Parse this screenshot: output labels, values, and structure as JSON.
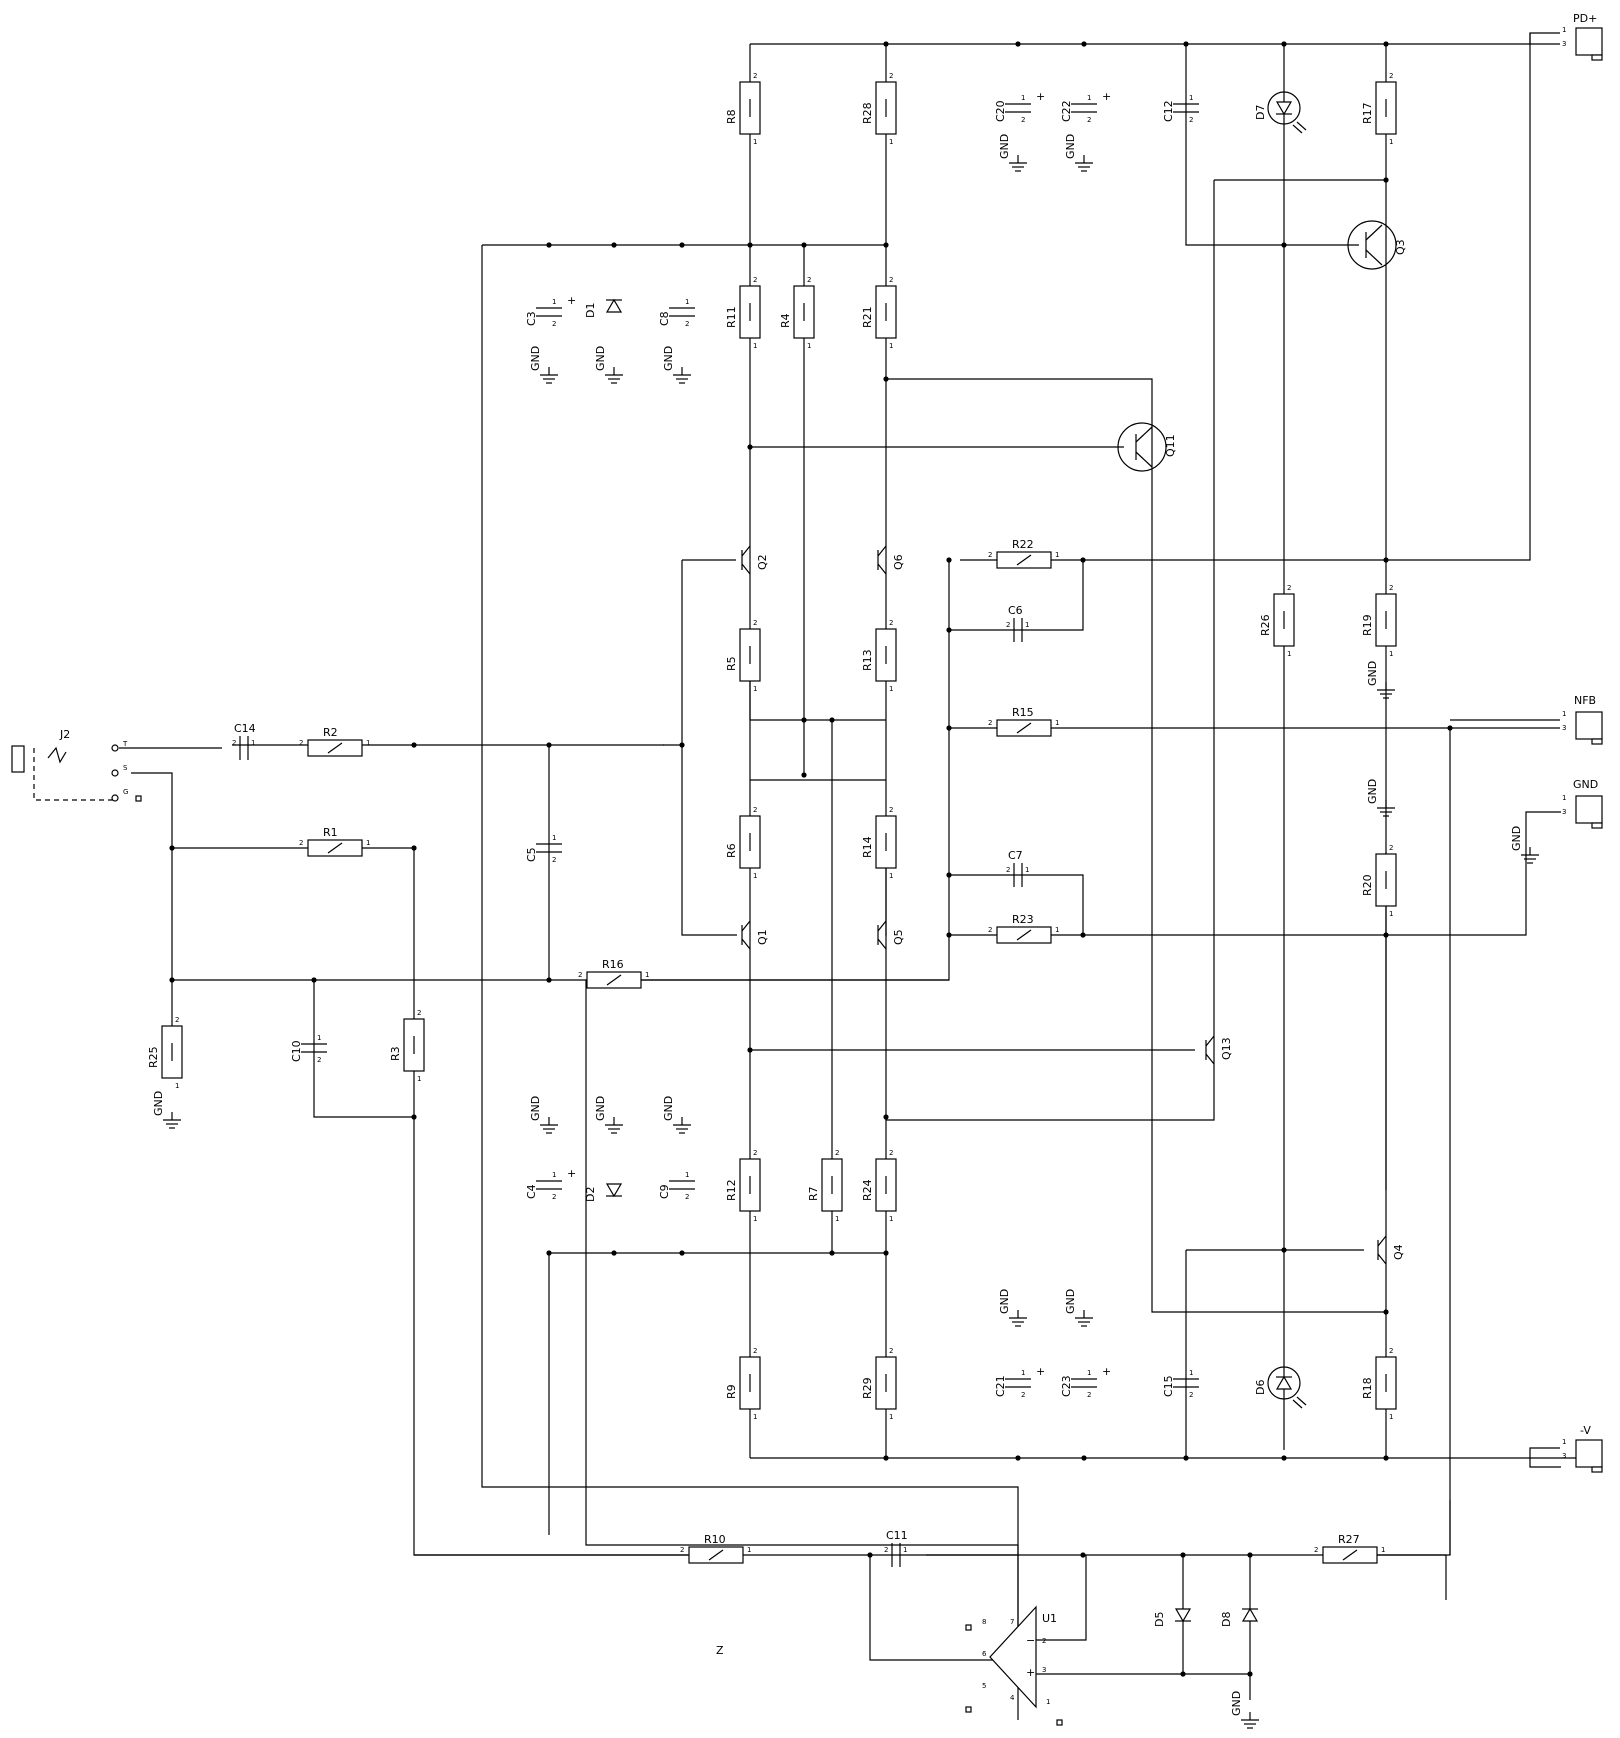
{
  "components": {
    "resistors": [
      {
        "ref": "R8"
      },
      {
        "ref": "R28"
      },
      {
        "ref": "R11"
      },
      {
        "ref": "R4"
      },
      {
        "ref": "R21"
      },
      {
        "ref": "R17"
      },
      {
        "ref": "R5"
      },
      {
        "ref": "R13"
      },
      {
        "ref": "R22"
      },
      {
        "ref": "R26"
      },
      {
        "ref": "R19"
      },
      {
        "ref": "R15"
      },
      {
        "ref": "R2"
      },
      {
        "ref": "R1"
      },
      {
        "ref": "R6"
      },
      {
        "ref": "R14"
      },
      {
        "ref": "R20"
      },
      {
        "ref": "R23"
      },
      {
        "ref": "R16"
      },
      {
        "ref": "R25"
      },
      {
        "ref": "R3"
      },
      {
        "ref": "R12"
      },
      {
        "ref": "R7"
      },
      {
        "ref": "R24"
      },
      {
        "ref": "R9"
      },
      {
        "ref": "R29"
      },
      {
        "ref": "R18"
      },
      {
        "ref": "R10"
      },
      {
        "ref": "R27"
      }
    ],
    "capacitors": [
      {
        "ref": "C20"
      },
      {
        "ref": "C22"
      },
      {
        "ref": "C12"
      },
      {
        "ref": "C3"
      },
      {
        "ref": "C8"
      },
      {
        "ref": "C6"
      },
      {
        "ref": "C14"
      },
      {
        "ref": "C5"
      },
      {
        "ref": "C7"
      },
      {
        "ref": "C10"
      },
      {
        "ref": "C4"
      },
      {
        "ref": "C9"
      },
      {
        "ref": "C21"
      },
      {
        "ref": "C23"
      },
      {
        "ref": "C15"
      },
      {
        "ref": "C11"
      }
    ],
    "diodes": [
      {
        "ref": "D7"
      },
      {
        "ref": "D1"
      },
      {
        "ref": "D2"
      },
      {
        "ref": "D6"
      },
      {
        "ref": "D5"
      },
      {
        "ref": "D8"
      }
    ],
    "transistors": [
      {
        "ref": "Q3"
      },
      {
        "ref": "Q11"
      },
      {
        "ref": "Q2"
      },
      {
        "ref": "Q6"
      },
      {
        "ref": "Q1"
      },
      {
        "ref": "Q5"
      },
      {
        "ref": "Q13"
      },
      {
        "ref": "Q4"
      }
    ],
    "ics": [
      {
        "ref": "U1"
      }
    ],
    "jacks": [
      {
        "ref": "J2",
        "pins": [
          "T",
          "S",
          "G"
        ]
      }
    ]
  },
  "connectors": [
    {
      "label": "PD+",
      "pins": [
        "1",
        "3"
      ]
    },
    {
      "label": "NFB",
      "pins": [
        "1",
        "3"
      ]
    },
    {
      "label": "GND",
      "pins": [
        "1",
        "3"
      ]
    },
    {
      "label": "-V",
      "pins": [
        "1",
        "3"
      ]
    }
  ],
  "net_labels": {
    "gnd": "GND",
    "z": "Z"
  },
  "opamp": {
    "pins": [
      "8",
      "6",
      "5",
      "7",
      "2",
      "3",
      "4",
      "1"
    ]
  }
}
